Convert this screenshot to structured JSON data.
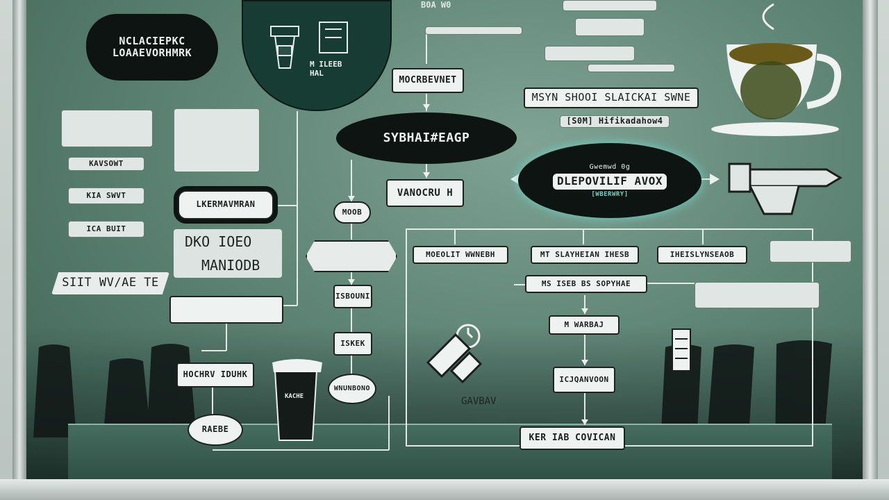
{
  "nodes": {
    "cloud_title_line1": "NCLACIEPKC",
    "cloud_title_line2": "LOAAEVORHMRK",
    "circle_caption": "M ILEEB\nHAL",
    "top_note": "B0A W0",
    "top_ribbon": "",
    "box_mid_top": "MOCRBEVNET",
    "ellipse_center": "SYBHAI#EAGP",
    "box_wanocruh": "VANOCRU H",
    "box_small_1": "MOOB",
    "hex_node": "",
    "box_small_2": "ISBOUNI",
    "box_small_3": "ISKEK",
    "oval_node": "WNUNBONO",
    "left_sheet": "",
    "left_tag_1": "KAVSOWT",
    "left_tag_2": "KIA SWVT",
    "left_tag_3": "ICA BUIT",
    "left_pill": "LKERMAVMRAN",
    "left_card_line1": "DKO IOEO",
    "left_card_line2": "MANIODB",
    "sidebar_label": "SIIT WV/AE TE",
    "left_flow_box": "",
    "box_bottom_left": "HOCHRV IDUHK",
    "circle_bottom": "RAEBE",
    "heading_right": "MSYN SHOOI SLAICKAI SWNE",
    "subheading_right": "[S0M] Hifikadahow4",
    "right_upper_title": "BSKS",
    "ellipse_right_top": "Gwemwd 0g",
    "ellipse_right_main": "DLEPOVILIF AVOX",
    "ellipse_right_sub": "[WBERWRY]",
    "row_box_1": "MOEOLIT WWNEBH",
    "row_box_2": "MT SLAYHEIAN IHESB",
    "row_box_3": "IHEISLYNSEAOB",
    "row_note": "",
    "wide_box": "MS ISEB BS SOPYHAE",
    "side_card": "",
    "box_mid_low": "M WARBAJ",
    "box_low": "ICJQANVOON",
    "bottom_banner": "KER IAB COVICAN",
    "gear_caption": "GAVBAV",
    "cup_label": "KACHE"
  },
  "colors": {
    "board": "#5f8577",
    "ink": "#1b1f1e",
    "node_fill": "#eef2f0",
    "dark_fill": "#0d1412",
    "accent_glow": "#6fd3c2"
  },
  "icons": [
    "coffee-cup-icon",
    "coffee-maker-icon",
    "gear-icon",
    "hand-icon",
    "chair-icon",
    "cup-icon"
  ]
}
